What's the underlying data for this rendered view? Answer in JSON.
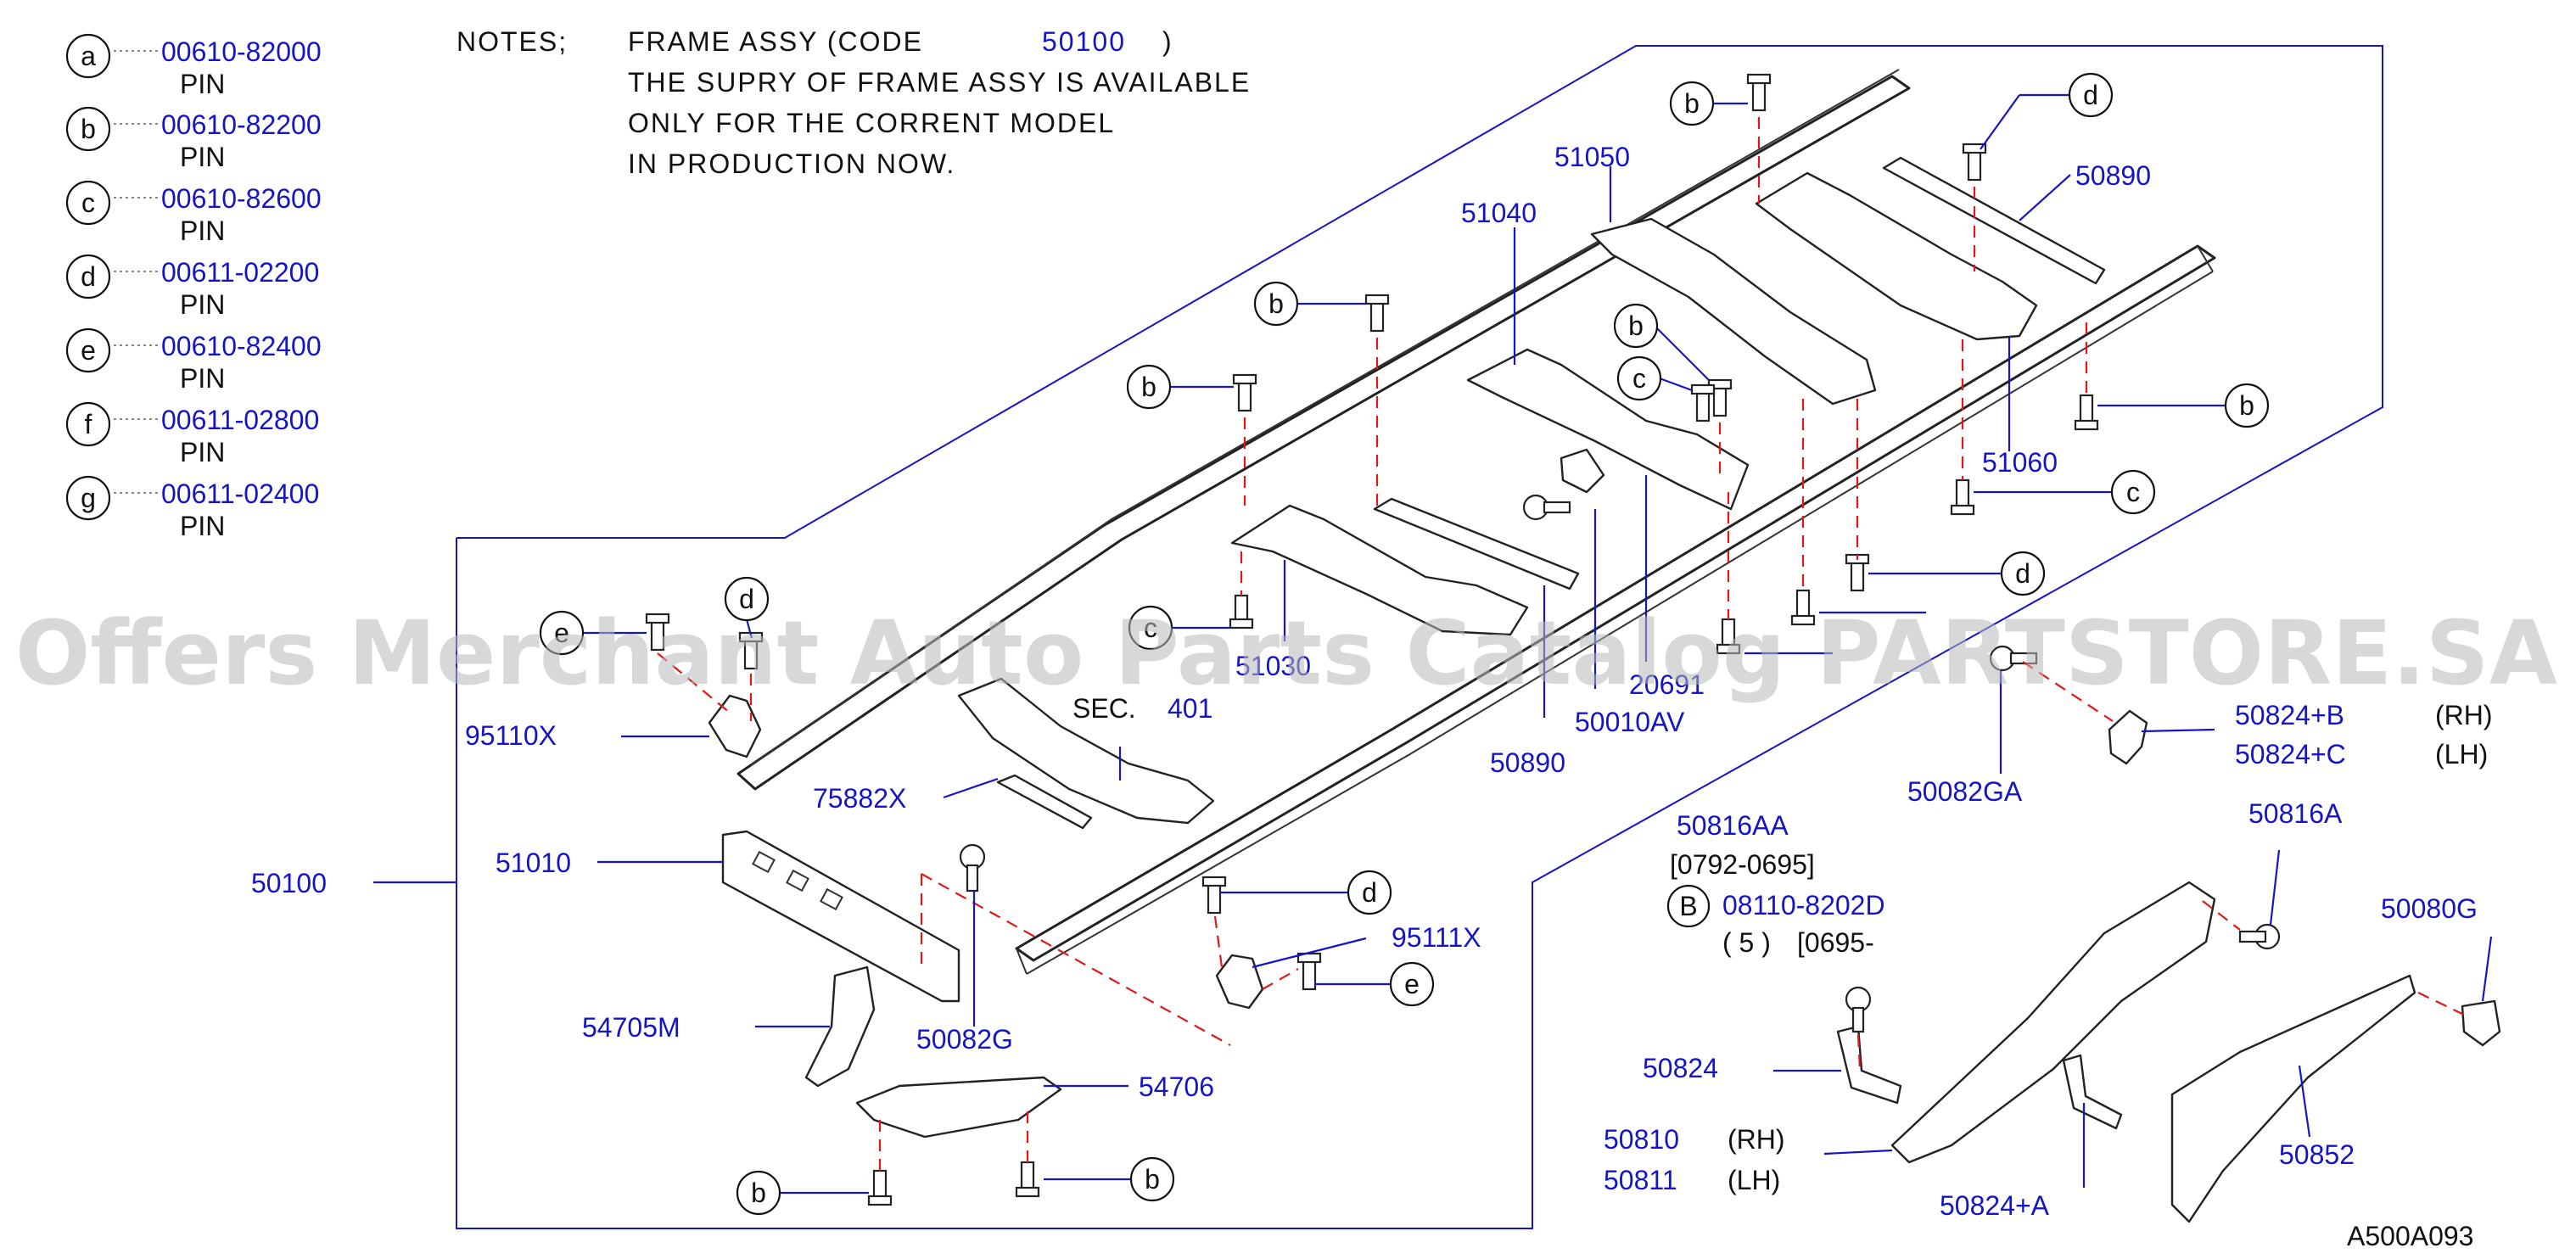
{
  "legend": [
    {
      "letter": "a",
      "part": "00610-82000",
      "desc": "PIN"
    },
    {
      "letter": "b",
      "part": "00610-82200",
      "desc": "PIN"
    },
    {
      "letter": "c",
      "part": "00610-82600",
      "desc": "PIN"
    },
    {
      "letter": "d",
      "part": "00611-02200",
      "desc": "PIN"
    },
    {
      "letter": "e",
      "part": "00610-82400",
      "desc": "PIN"
    },
    {
      "letter": "f",
      "part": "00611-02800",
      "desc": "PIN"
    },
    {
      "letter": "g",
      "part": "00611-02400",
      "desc": "PIN"
    }
  ],
  "notes": {
    "head": "NOTES;",
    "line1_a": "FRAME ASSY (CODE",
    "line1_code": "50100",
    "line1_b": ")",
    "line2": "THE SUPRY OF FRAME ASSY IS AVAILABLE",
    "line3": "ONLY FOR THE CORRENT MODEL",
    "line4": "IN PRODUCTION NOW."
  },
  "labels": {
    "p51050": "51050",
    "p50890_top": "50890",
    "p51040": "51040",
    "p51060": "51060",
    "p51030": "51030",
    "p20691": "20691",
    "p50010AV": "50010AV",
    "p50890_mid": "50890",
    "p95110X": "95110X",
    "sec": "SEC.",
    "sec_num": "401",
    "p75882X": "75882X",
    "p51010": "51010",
    "p50100": "50100",
    "p54705M": "54705M",
    "p50082G": "50082G",
    "p54706": "54706",
    "p95111X": "95111X",
    "p50082GA": "50082GA",
    "p50824B": "50824+B",
    "p50824B_side": "(RH)",
    "p50824C": "50824+C",
    "p50824C_side": "(LH)",
    "p50816AA": "50816AA",
    "p50816AA_range": "[0792-0695]",
    "p08110_letter": "B",
    "p08110": "08110-8202D",
    "p08110_qty": "( 5 )",
    "p08110_range": "[0695-",
    "p50816A": "50816A",
    "p50080G": "50080G",
    "p50824": "50824",
    "p50810": "50810",
    "p50810_side": "(RH)",
    "p50811": "50811",
    "p50811_side": "(LH)",
    "p50824A": "50824+A",
    "p50852": "50852",
    "figure_code": "A500A093"
  },
  "callouts": {
    "b1": "b",
    "d1": "d",
    "b2": "b",
    "b3": "b",
    "b4": "b",
    "c1": "c",
    "b5": "b",
    "c2": "c",
    "d2": "d",
    "c3": "c",
    "e1": "e",
    "d3": "d",
    "d4": "d",
    "e2": "e",
    "b6": "b",
    "b7": "b"
  },
  "watermark": "Offers Merchant Auto Parts Catalog PARTSTORE.SA"
}
